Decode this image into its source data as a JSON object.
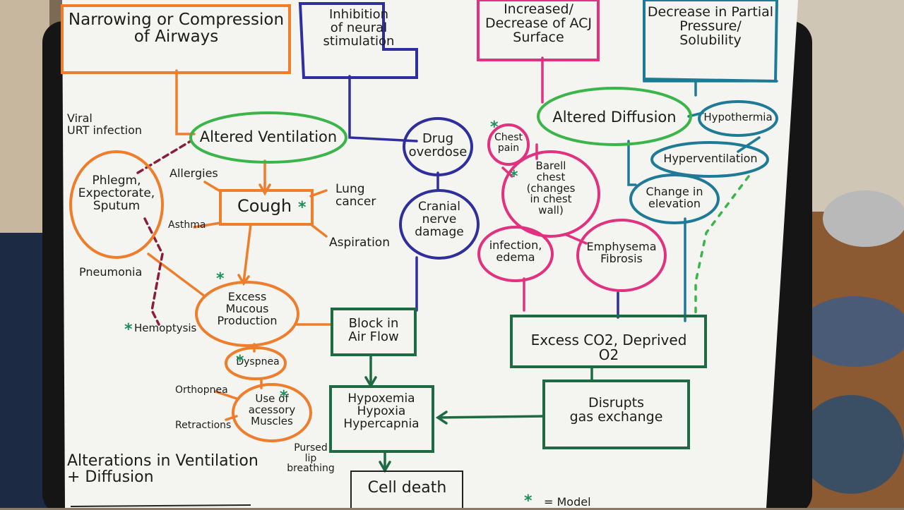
{
  "title": "Alterations in Ventilation\n+ Diffusion",
  "colors": {
    "orange": "#ee7d2c",
    "green": "#3bb54a",
    "navy": "#2e2f9c",
    "pink": "#e2317f",
    "teal": "#1f7a96",
    "darkgreen": "#1e6b43",
    "maroon": "#8a1d3a",
    "black": "#222222"
  },
  "nodes": {
    "narrowing": "Narrowing or Compression\nof Airways",
    "inhibition": "Inhibition\nof neural\nstimulation",
    "increased": "Increased/\nDecrease of ACJ\nSurface",
    "decrease_pp": "Decrease in Partial\nPressure/\nSolubility",
    "altered_ventilation": "Altered Ventilation",
    "altered_diffusion": "Altered Diffusion",
    "drug_overdose": "Drug\noverdose",
    "cranial": "Cranial\nnerve\ndamage",
    "chest_pain": "Chest\npain",
    "barrel": "Barell\nchest\n(changes\nin chest\nwall)",
    "infection": "infection,\nedema",
    "emphysema": "Emphysema\nFibrosis",
    "hypothermia": "Hypothermia",
    "hyperventilation": "Hyperventilation",
    "elevation": "Change in\nelevation",
    "phlegm": "Phlegm,\nExpectorate,\nSputum",
    "cough": "Cough",
    "excess_mucous": "Excess\nMucous\nProduction",
    "dyspnea": "Dyspnea",
    "accessory": "Use of\nacessory\nMuscles",
    "block": "Block in\nAir Flow",
    "hypoxemia": "Hypoxemia\nHypoxia\nHypercapnia",
    "excess_co2": "Excess CO2, Deprived\nO2",
    "disrupts": "Disrupts\ngas exchange",
    "cell_death": "Cell death"
  },
  "labels": {
    "viral": "Viral\nURT infection",
    "allergies": "Allergies",
    "asthma": "Asthma",
    "lung_cancer": "Lung\ncancer",
    "aspiration": "Aspiration",
    "pneumonia": "Pneumonia",
    "hemoptysis": "Hemoptysis",
    "orthopnea": "Orthopnea",
    "retractions": "Retractions",
    "pursed": "Pursed\nlip\nbreathing",
    "legend": "= Model"
  },
  "marker": "*"
}
